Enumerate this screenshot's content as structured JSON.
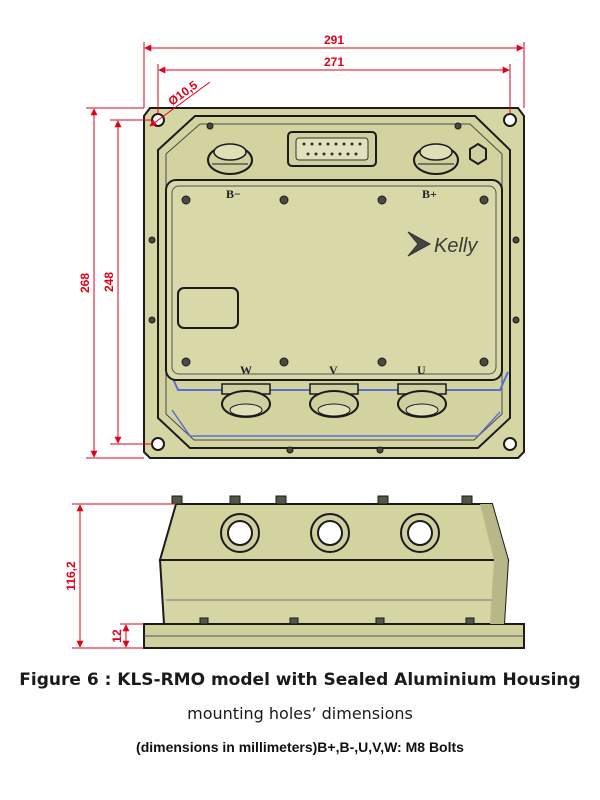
{
  "dimensions": {
    "overall_width": "291",
    "hole_spacing_width": "271",
    "hole_diameter": "Ø10,5",
    "overall_height": "268",
    "hole_spacing_height": "248",
    "housing_height": "116,2",
    "base_thickness": "12"
  },
  "terminals": {
    "b_minus": "B−",
    "b_plus": "B+",
    "w": "W",
    "v": "V",
    "u": "U"
  },
  "brand": "Kelly",
  "caption": {
    "title": "Figure 6 : KLS-RMO model with Sealed Aluminium Housing",
    "subtitle": "mounting holes’  dimensions",
    "note": "(dimensions in millimeters)B+,B-,U,V,W: M8 Bolts"
  },
  "colors": {
    "housing": "#d6d6a4",
    "dimension": "#e2001a",
    "outline": "#1b1b1b",
    "accent": "#5a6fd6"
  }
}
